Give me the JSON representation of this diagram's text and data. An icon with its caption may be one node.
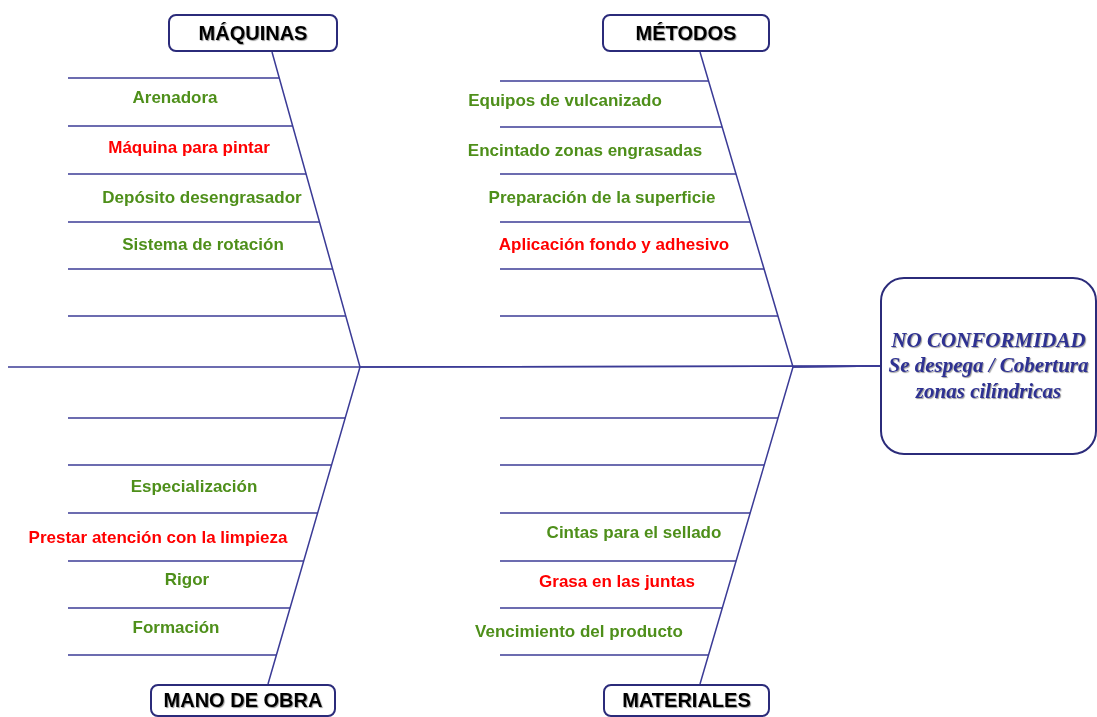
{
  "diagram": {
    "nodes": [
      {
        "text": [
          "MÁQUINAS"
        ]
      },
      {
        "text": [
          "MÉTODOS"
        ]
      },
      {
        "text": [
          "NO CONFORMIDAD",
          "Se despega / Cobertura zonas cilíndricas"
        ]
      },
      {
        "text": [
          "MANO DE OBRA"
        ]
      },
      {
        "text": [
          "MATERIALES"
        ]
      }
    ],
    "edges": [
      {
        "from": 0,
        "to": 2,
        "arrow": "none"
      },
      {
        "from": 1,
        "to": 2,
        "arrow": "none"
      },
      {
        "from": 3,
        "to": 2,
        "arrow": "none"
      },
      {
        "from": 4,
        "to": 2,
        "arrow": "none"
      }
    ],
    "labels": [
      "Arenadora",
      "Máquina para pintar",
      "Depósito desengrasador",
      "Sistema de rotación",
      "Equipos de vulcanizado",
      "Encintado zonas engrasadas",
      "Preparación de la superficie",
      "Aplicación fondo y adhesivo",
      "Especialización",
      "Prestar atención con la limpieza",
      "Rigor",
      "Formación",
      "Cintas para el sellado",
      "Grasa en las juntas",
      "Vencimiento del producto"
    ]
  }
}
